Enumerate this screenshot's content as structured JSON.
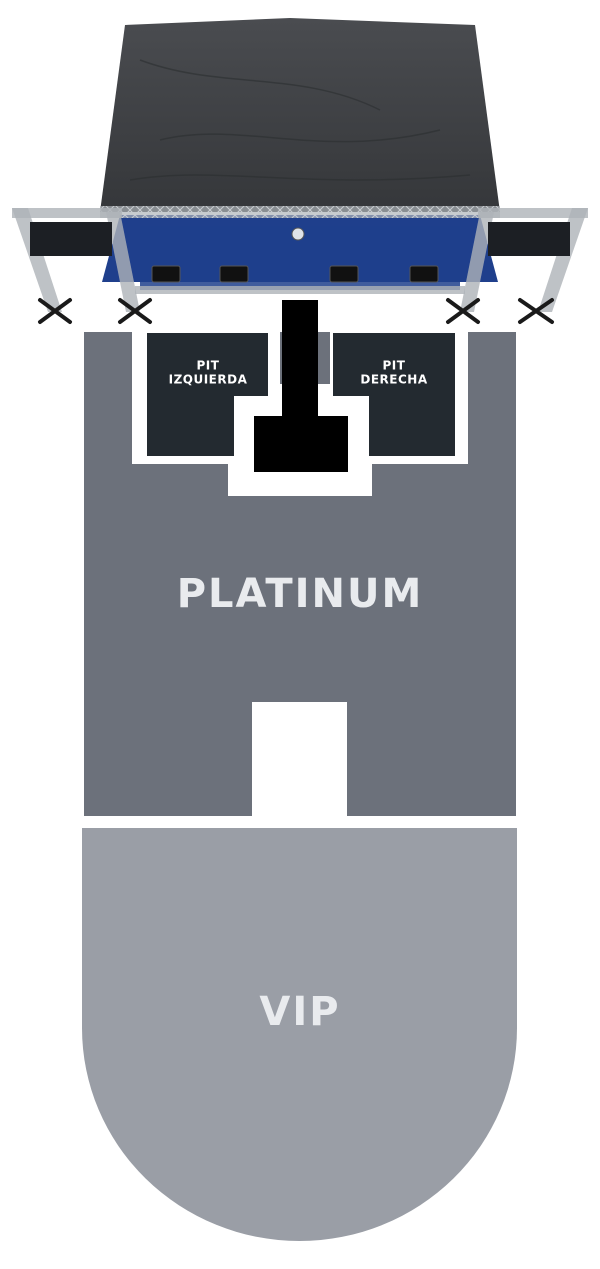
{
  "zones": {
    "pit_izquierda": {
      "line1": "PIT",
      "line2": "IZQUIERDA",
      "color": "#232a30"
    },
    "pit_derecha": {
      "line1": "PIT",
      "line2": "DERECHA",
      "color": "#232a30"
    },
    "platinum": {
      "label": "PLATINUM",
      "color": "#6c717b"
    },
    "vip": {
      "label": "VIP",
      "color": "#9a9ea6"
    }
  },
  "colors": {
    "label_text": "#e9ebee",
    "pit_text": "#ffffff",
    "runway": "#000000",
    "stage_roof": "#3f4144",
    "stage_floor": "#1f3f8c",
    "truss": "#aeb3b8",
    "screen": "#1c1f24"
  }
}
